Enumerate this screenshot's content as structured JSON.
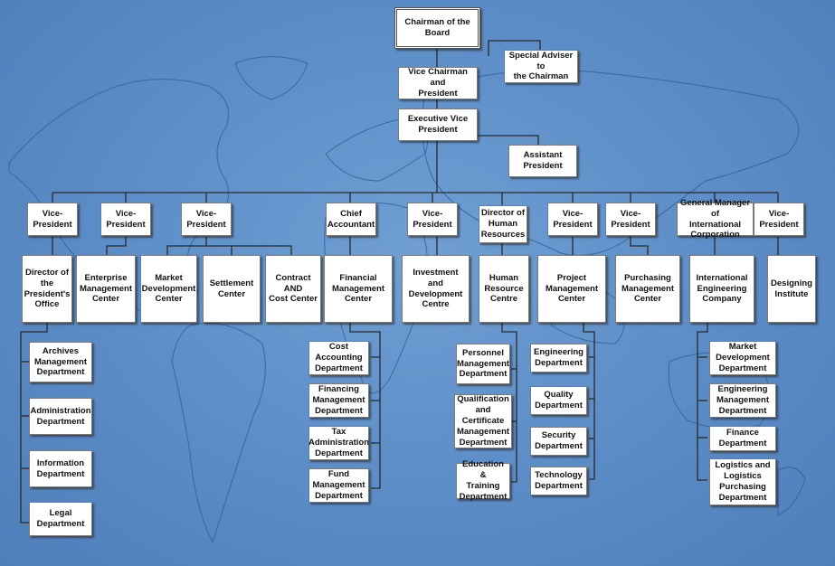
{
  "colors": {
    "background": "#5b8cc6",
    "connector": "#2a2a2a",
    "box": "#ffffff"
  },
  "nodes": {
    "chairman": "Chairman of the\nBoard",
    "special_adviser": "Special Adviser to\nthe Chairman",
    "vice_chairman": "Vice Chairman and\nPresident",
    "exec_vp": "Executive Vice\nPresident",
    "assistant_president": "Assistant\nPresident",
    "vp1": "Vice-\nPresident",
    "vp2": "Vice-\nPresident",
    "vp3": "Vice-\nPresident",
    "chief_accountant": "Chief\nAccountant",
    "vp4": "Vice-\nPresident",
    "director_hr": "Director of\nHuman\nResources",
    "vp5": "Vice-\nPresident",
    "vp6": "Vice-\nPresident",
    "gm_intl": "General Manager of\nInternational\nCorporation",
    "vp7": "Vice-\nPresident",
    "director_office": "Director of\nthe\nPresident's\nOffice",
    "enterprise_mgmt": "Enterprise\nManagement\nCenter",
    "market_dev": "Market\nDevelopment\nCenter",
    "settlement": "Settlement\nCenter",
    "contract_cost": "Contract AND\nCost Center",
    "financial_mgmt": "Financial\nManagement\nCenter",
    "investment_dev": "Investment and\nDevelopment\nCentre",
    "hr_centre": "Human\nResource\nCentre",
    "project_mgmt": "Project\nManagement\nCenter",
    "purchasing_mgmt": "Purchasing\nManagement\nCenter",
    "intl_engineering": "International\nEngineering\nCompany",
    "designing_institute": "Designing\nInstitute",
    "archives": "Archives\nManagement\nDepartment",
    "administration": "Administration\nDepartment",
    "information": "Information\nDepartment",
    "legal": "Legal\nDepartment",
    "cost_accounting": "Cost\nAccounting\nDepartment",
    "financing_mgmt": "Financing\nManagement\nDepartment",
    "tax_admin": "Tax\nAdministration\nDepartment",
    "fund_mgmt": "Fund\nManagement\nDepartment",
    "personnel_mgmt": "Personnel\nManagement\nDepartment",
    "qualification": "Qualification\nand Certificate\nManagement\nDepartment",
    "education_training": "Education &\nTraining\nDepartment",
    "engineering_dept": "Engineering\nDepartment",
    "quality_dept": "Quality\nDepartment",
    "security_dept": "Security\nDepartment",
    "technology_dept": "Technology\nDepartment",
    "market_dev_dept": "Market\nDevelopment\nDepartment",
    "engineering_mgmt_dept": "Engineering\nManagement\nDepartment",
    "finance_dept": "Finance\nDepartment",
    "logistics_dept": "Logistics and\nLogistics\nPurchasing\nDepartment"
  }
}
